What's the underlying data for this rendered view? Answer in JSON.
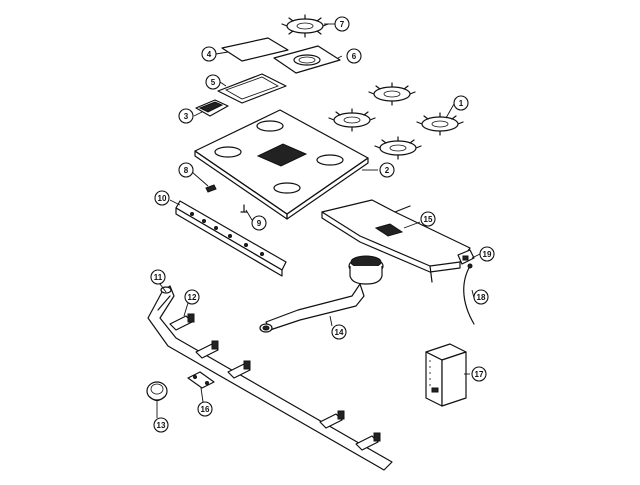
{
  "callouts": [
    {
      "key": "c1",
      "label": "1"
    },
    {
      "key": "c2",
      "label": "2"
    },
    {
      "key": "c3",
      "label": "3"
    },
    {
      "key": "c4",
      "label": "4"
    },
    {
      "key": "c5",
      "label": "5"
    },
    {
      "key": "c6",
      "label": "6"
    },
    {
      "key": "c7",
      "label": "7"
    },
    {
      "key": "c8",
      "label": "8"
    },
    {
      "key": "c9",
      "label": "9"
    },
    {
      "key": "c10",
      "label": "10"
    },
    {
      "key": "c11",
      "label": "11"
    },
    {
      "key": "c12",
      "label": "12"
    },
    {
      "key": "c13",
      "label": "13"
    },
    {
      "key": "c14",
      "label": "14"
    },
    {
      "key": "c15",
      "label": "15"
    },
    {
      "key": "c16",
      "label": "16"
    },
    {
      "key": "c17",
      "label": "17"
    },
    {
      "key": "c18",
      "label": "18"
    },
    {
      "key": "c19",
      "label": "19"
    }
  ],
  "colors": {
    "line": "#111111",
    "background": "#ffffff"
  }
}
